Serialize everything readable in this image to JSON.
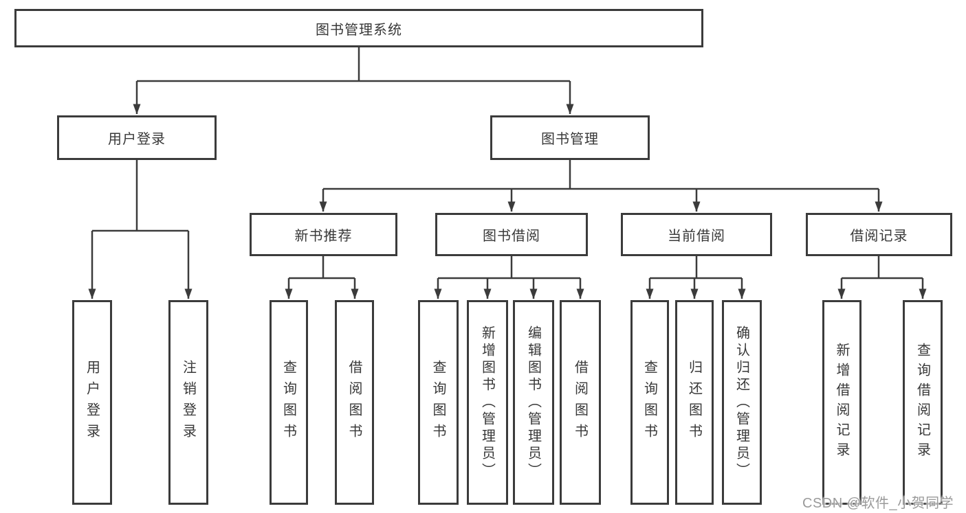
{
  "diagram": {
    "title": "图书管理系统",
    "nodes": {
      "root": "图书管理系统",
      "user_login": "用户登录",
      "book_management": "图书管理",
      "new_book_recommend": "新书推荐",
      "book_borrow": "图书借阅",
      "current_borrow": "当前借阅",
      "borrow_record": "借阅记录",
      "leaf_user_login": "用户登录",
      "leaf_logout": "注销登录",
      "leaf_query_book_1": "查询图书",
      "leaf_borrow_book_1": "借阅图书",
      "leaf_query_book_2": "查询图书",
      "leaf_add_book_admin": "新增图书（管理员）",
      "leaf_edit_book_admin": "编辑图书（管理员）",
      "leaf_borrow_book_2": "借阅图书",
      "leaf_query_book_3": "查询图书",
      "leaf_return_book": "归还图书",
      "leaf_confirm_return_admin": "确认归还（管理员）",
      "leaf_add_borrow_record": "新增借阅记录",
      "leaf_query_borrow_record": "查询借阅记录"
    },
    "structure": {
      "图书管理系统": {
        "用户登录": [
          "用户登录",
          "注销登录"
        ],
        "图书管理": {
          "新书推荐": [
            "查询图书",
            "借阅图书"
          ],
          "图书借阅": [
            "查询图书",
            "新增图书（管理员）",
            "编辑图书（管理员）",
            "借阅图书"
          ],
          "当前借阅": [
            "查询图书",
            "归还图书",
            "确认归还（管理员）"
          ],
          "借阅记录": [
            "新增借阅记录",
            "查询借阅记录"
          ]
        }
      }
    },
    "colors": {
      "box_border": "#3b3b3b",
      "line": "#3b3b3b",
      "text": "#383838",
      "background": "#ffffff",
      "watermark": "#9a9a9a"
    }
  },
  "watermark": {
    "text": "CSDN @软件_小贺同学"
  }
}
